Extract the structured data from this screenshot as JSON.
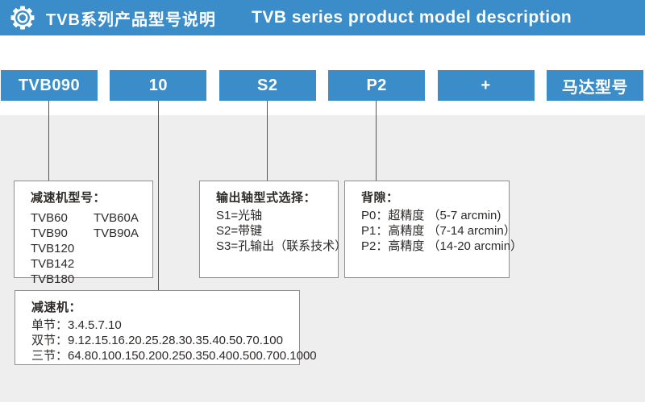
{
  "header": {
    "title_zh": "TVB系列产品型号说明",
    "title_en": "TVB series product model description"
  },
  "model_row": {
    "segments": [
      "TVB090",
      "10",
      "S2",
      "P2",
      "+",
      "马达型号"
    ]
  },
  "notes": {
    "gearbox_model": {
      "title": "减速机型号：",
      "col1": [
        "TVB60",
        "TVB90",
        "TVB120",
        "TVB142",
        "TVB180"
      ],
      "col2": [
        "TVB60A",
        "TVB90A"
      ]
    },
    "output_shaft": {
      "title": "输出轴型式选择：",
      "items": [
        "S1=光轴",
        "S2=带键",
        "S3=孔输出（联系技术）"
      ]
    },
    "backlash": {
      "title": "背隙：",
      "items": [
        "P0：超精度 （5-7 arcmin)",
        "P1：高精度 （7-14 arcmin）",
        "P2：高精度 （14-20 arcmin）"
      ]
    },
    "ratio": {
      "title": "减速机：",
      "items": [
        "单节：3.4.5.7.10",
        "双节：9.12.15.16.20.25.28.30.35.40.50.70.100",
        "三节：64.80.100.150.200.250.350.400.500.700.1000"
      ]
    }
  },
  "colors": {
    "accent_blue": "#3a8dc8",
    "panel_gray": "#eeeeee",
    "box_border": "#8e8e8e",
    "connector_line": "#555555"
  }
}
